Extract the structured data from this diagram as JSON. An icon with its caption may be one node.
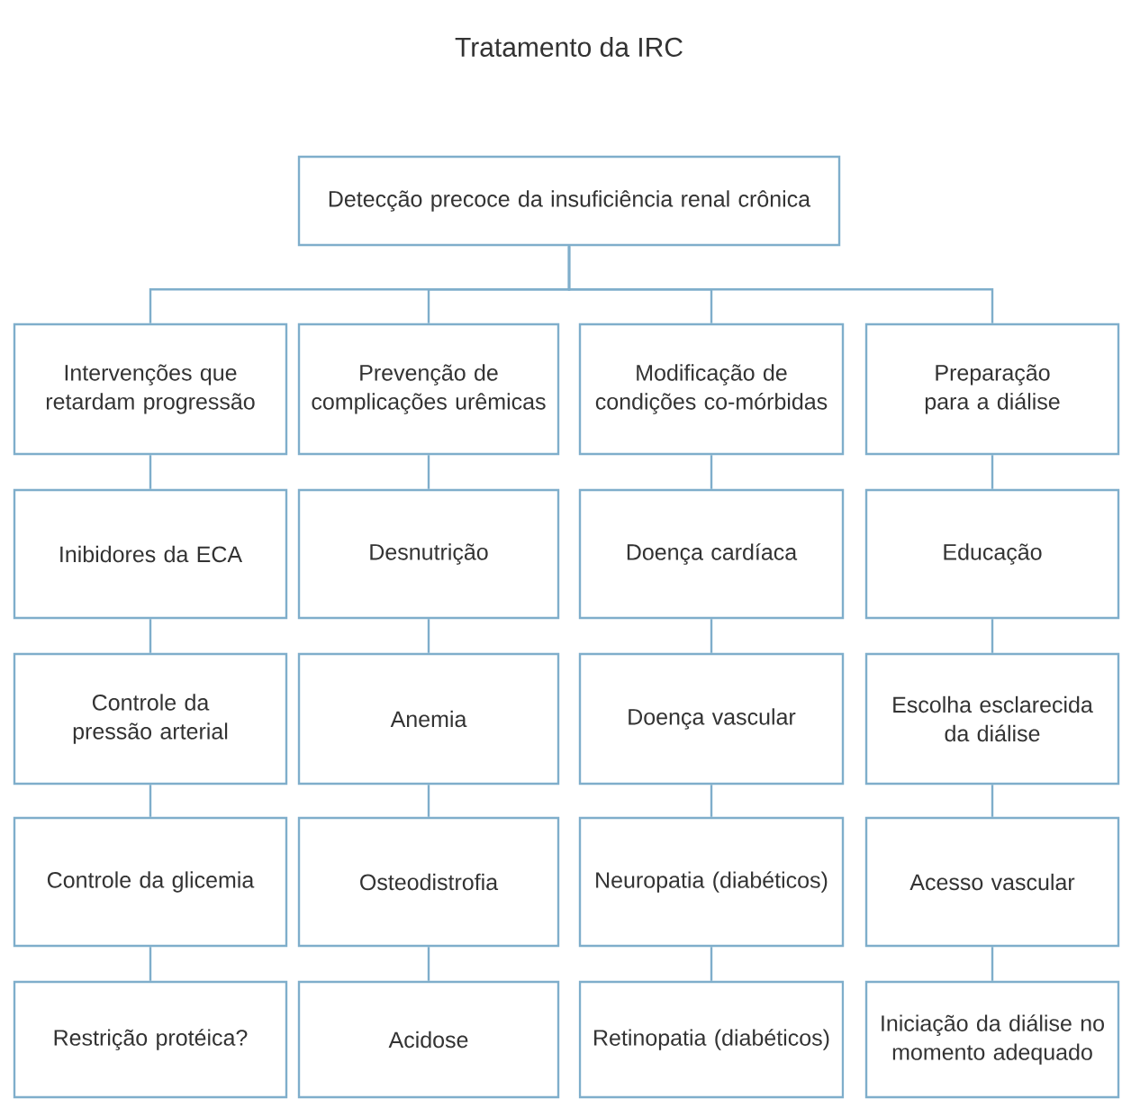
{
  "diagram": {
    "title": "Tratamento da IRC",
    "nodes": [
      {
        "text": [
          "Detecção precoce da insuficiência renal crônica"
        ]
      },
      {
        "text": [
          "Intervenções que retardam progressão"
        ]
      },
      {
        "text": [
          "Prevenção de complicações urêmicas"
        ]
      },
      {
        "text": [
          "Modificação de condições co-mórbidas"
        ]
      },
      {
        "text": [
          "Preparação para a diálise"
        ]
      },
      {
        "text": [
          "Inibidores da ECA"
        ]
      },
      {
        "text": [
          "Desnutrição"
        ]
      },
      {
        "text": [
          "Doença cardíaca"
        ]
      },
      {
        "text": [
          "Educação"
        ]
      },
      {
        "text": [
          "Controle da pressão arterial"
        ]
      },
      {
        "text": [
          "Anemia"
        ]
      },
      {
        "text": [
          "Doença vascular"
        ]
      },
      {
        "text": [
          "Escolha esclarecida da diálise"
        ]
      },
      {
        "text": [
          "Controle da glicemia"
        ]
      },
      {
        "text": [
          "Osteodistrofia"
        ]
      },
      {
        "text": [
          "Neuropatia (diabéticos)"
        ]
      },
      {
        "text": [
          "Acesso vascular"
        ]
      },
      {
        "text": [
          "Restrição protéica?"
        ]
      },
      {
        "text": [
          "Acidose"
        ]
      },
      {
        "text": [
          "Retinopatia (diabéticos)"
        ]
      },
      {
        "text": [
          "Iniciação da diálise no momento adequado"
        ]
      }
    ],
    "edges": [
      {
        "from": 0,
        "to": 1,
        "arrow": "none"
      },
      {
        "from": 0,
        "to": 2,
        "arrow": "none"
      },
      {
        "from": 0,
        "to": 3,
        "arrow": "none"
      },
      {
        "from": 0,
        "to": 4,
        "arrow": "none"
      },
      {
        "from": 1,
        "to": 5,
        "arrow": "none"
      },
      {
        "from": 5,
        "to": 9,
        "arrow": "none"
      },
      {
        "from": 9,
        "to": 13,
        "arrow": "none"
      },
      {
        "from": 13,
        "to": 17,
        "arrow": "none"
      },
      {
        "from": 2,
        "to": 6,
        "arrow": "none"
      },
      {
        "from": 6,
        "to": 10,
        "arrow": "none"
      },
      {
        "from": 10,
        "to": 14,
        "arrow": "none"
      },
      {
        "from": 14,
        "to": 18,
        "arrow": "none"
      },
      {
        "from": 3,
        "to": 7,
        "arrow": "none"
      },
      {
        "from": 7,
        "to": 11,
        "arrow": "none"
      },
      {
        "from": 11,
        "to": 15,
        "arrow": "none"
      },
      {
        "from": 15,
        "to": 19,
        "arrow": "none"
      },
      {
        "from": 4,
        "to": 8,
        "arrow": "none"
      },
      {
        "from": 8,
        "to": 12,
        "arrow": "none"
      },
      {
        "from": 12,
        "to": 16,
        "arrow": "none"
      },
      {
        "from": 16,
        "to": 20,
        "arrow": "none"
      }
    ]
  }
}
